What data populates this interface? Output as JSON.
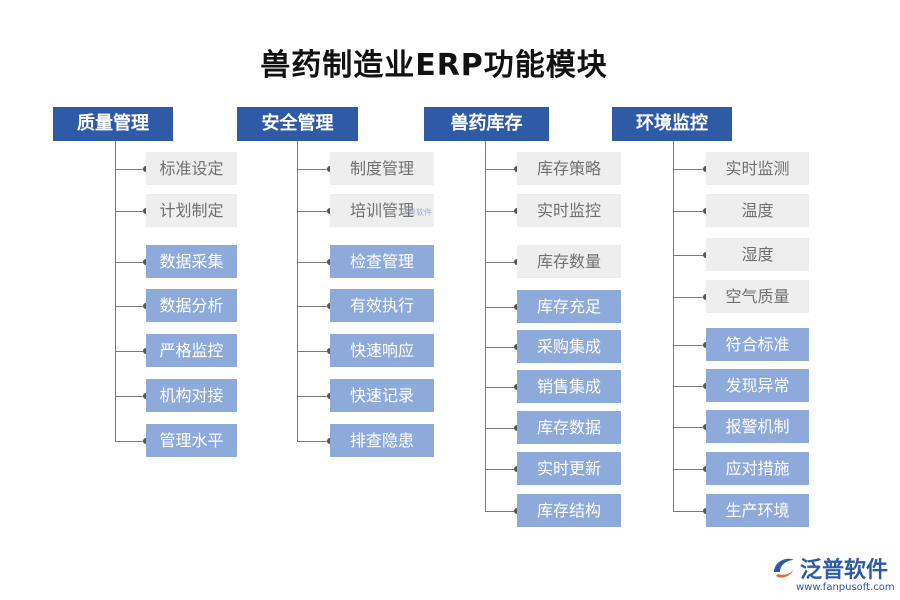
{
  "title": "兽药制造业ERP功能模块",
  "colors": {
    "header": "#2e5aa6",
    "grey_item_bg": "#eeeeee",
    "blue_item_bg": "#8eaadb"
  },
  "columns": [
    {
      "header": "质量管理",
      "items": [
        {
          "label": "标准设定",
          "style": "grey"
        },
        {
          "label": "计划制定",
          "style": "grey"
        },
        {
          "label": "数据采集",
          "style": "blue"
        },
        {
          "label": "数据分析",
          "style": "blue"
        },
        {
          "label": "严格监控",
          "style": "blue"
        },
        {
          "label": "机构对接",
          "style": "blue"
        },
        {
          "label": "管理水平",
          "style": "blue"
        }
      ]
    },
    {
      "header": "安全管理",
      "items": [
        {
          "label": "制度管理",
          "style": "grey"
        },
        {
          "label": "培训管理",
          "style": "grey"
        },
        {
          "label": "检查管理",
          "style": "blue"
        },
        {
          "label": "有效执行",
          "style": "blue"
        },
        {
          "label": "快速响应",
          "style": "blue"
        },
        {
          "label": "快速记录",
          "style": "blue"
        },
        {
          "label": "排查隐患",
          "style": "blue"
        }
      ]
    },
    {
      "header": "兽药库存",
      "items": [
        {
          "label": "库存策略",
          "style": "grey"
        },
        {
          "label": "实时监控",
          "style": "grey"
        },
        {
          "label": "库存数量",
          "style": "grey"
        },
        {
          "label": "库存充足",
          "style": "blue"
        },
        {
          "label": "采购集成",
          "style": "blue"
        },
        {
          "label": "销售集成",
          "style": "blue"
        },
        {
          "label": "库存数据",
          "style": "blue"
        },
        {
          "label": "实时更新",
          "style": "blue"
        },
        {
          "label": "库存结构",
          "style": "blue"
        }
      ]
    },
    {
      "header": "环境监控",
      "items": [
        {
          "label": "实时监测",
          "style": "grey"
        },
        {
          "label": "温度",
          "style": "grey"
        },
        {
          "label": "湿度",
          "style": "grey"
        },
        {
          "label": "空气质量",
          "style": "grey"
        },
        {
          "label": "符合标准",
          "style": "blue"
        },
        {
          "label": "发现异常",
          "style": "blue"
        },
        {
          "label": "报警机制",
          "style": "blue"
        },
        {
          "label": "应对措施",
          "style": "blue"
        },
        {
          "label": "生产环境",
          "style": "blue"
        }
      ]
    }
  ],
  "logo": {
    "name": "泛普软件",
    "url": "www.fanpusoft.com",
    "icon": "fanpu-logo-icon"
  },
  "watermark": "泛普软件"
}
